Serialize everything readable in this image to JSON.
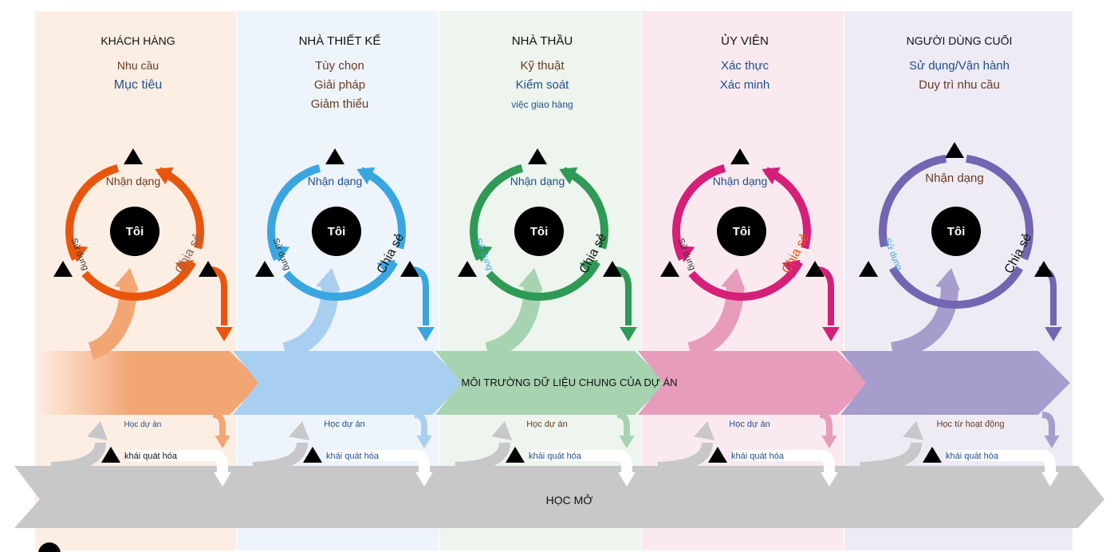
{
  "columns": [
    {
      "key": "customer",
      "title": "KHÁCH HÀNG",
      "bg": "#fdeee4",
      "color": "#e8560e",
      "light": "#f2a673",
      "items": [
        {
          "text": "Nhu cầu",
          "color": "#6a3a1e"
        },
        {
          "text": "Mục tiêu",
          "color": "#1f4f8e"
        }
      ],
      "cycle": {
        "top": "Nhận dạng",
        "left": "Sử dụng",
        "right": "Chia sẻ",
        "center": "Tôi"
      },
      "learn": "Học dự án",
      "generalize": "khái quát hóa"
    },
    {
      "key": "designer",
      "title": "NHÀ THIẾT KẾ",
      "bg": "#eef4fb",
      "color": "#3aa6e0",
      "light": "#a9cff0",
      "items": [
        {
          "text": "Tùy chọn",
          "color": "#6a3a1e"
        },
        {
          "text": "Giải pháp",
          "color": "#6a3a1e"
        },
        {
          "text": "Giảm thiểu",
          "color": "#6a3a1e"
        }
      ],
      "cycle": {
        "top": "Nhận dạng",
        "left": "Sử dụng",
        "right": "Chia sẻ",
        "center": "Tôi"
      },
      "learn": "Học dự án",
      "generalize": "khái quát hóa"
    },
    {
      "key": "contractor",
      "title": "NHÀ THẦU",
      "bg": "#edf5ee",
      "color": "#2e9a55",
      "light": "#a7d3b0",
      "items": [
        {
          "text": "Kỹ thuật",
          "color": "#6a3a1e"
        },
        {
          "text": "Kiểm soát",
          "color": "#1f4f8e"
        },
        {
          "text": "việc giao hàng",
          "color": "#1f4f8e"
        }
      ],
      "cycle": {
        "top": "Nhận dạng",
        "left": "Sử dụng",
        "right": "Chia sẻ",
        "center": "Tôi"
      },
      "learn": "Học dự án",
      "generalize": "khái quát hóa"
    },
    {
      "key": "commissioner",
      "title": "ỦY VIÊN",
      "bg": "#faeaf0",
      "color": "#d61f78",
      "light": "#e79cbb",
      "items": [
        {
          "text": "Xác thực",
          "color": "#1f4f8e"
        },
        {
          "text": "Xác minh",
          "color": "#1f4f8e"
        }
      ],
      "cycle": {
        "top": "Nhận dạng",
        "left": "Sử dụng",
        "right": "Chia sẻ",
        "center": "Tôi"
      },
      "learn": "Học dự án",
      "generalize": "khái quát hóa"
    },
    {
      "key": "enduser",
      "title": "NGƯỜI DÙNG CUỐI",
      "bg": "#eeebf5",
      "color": "#7266b2",
      "light": "#a79dcc",
      "items": [
        {
          "text": "Sử dụng/Vận hành",
          "color": "#1f4f8e"
        },
        {
          "text": "Duy trì nhu cầu",
          "color": "#6a3a1e"
        }
      ],
      "cycle": {
        "top": "Nhận dạng",
        "left": "Sử dụng",
        "right": "Chia sẻ",
        "center": "Tôi"
      },
      "learn": "Học từ hoạt động",
      "generalize": "khái quát hóa"
    }
  ],
  "cde_label": "MÔI TRƯỜNG DỮ LIỆU CHUNG CỦA DỰ ÁN",
  "open_learning_label": "HỌC MỞ",
  "colors": {
    "open_learning": "#c8c8cb",
    "text_dark": "#111111",
    "text_brown": "#6a3a1e",
    "text_blue": "#1f4f8e"
  }
}
